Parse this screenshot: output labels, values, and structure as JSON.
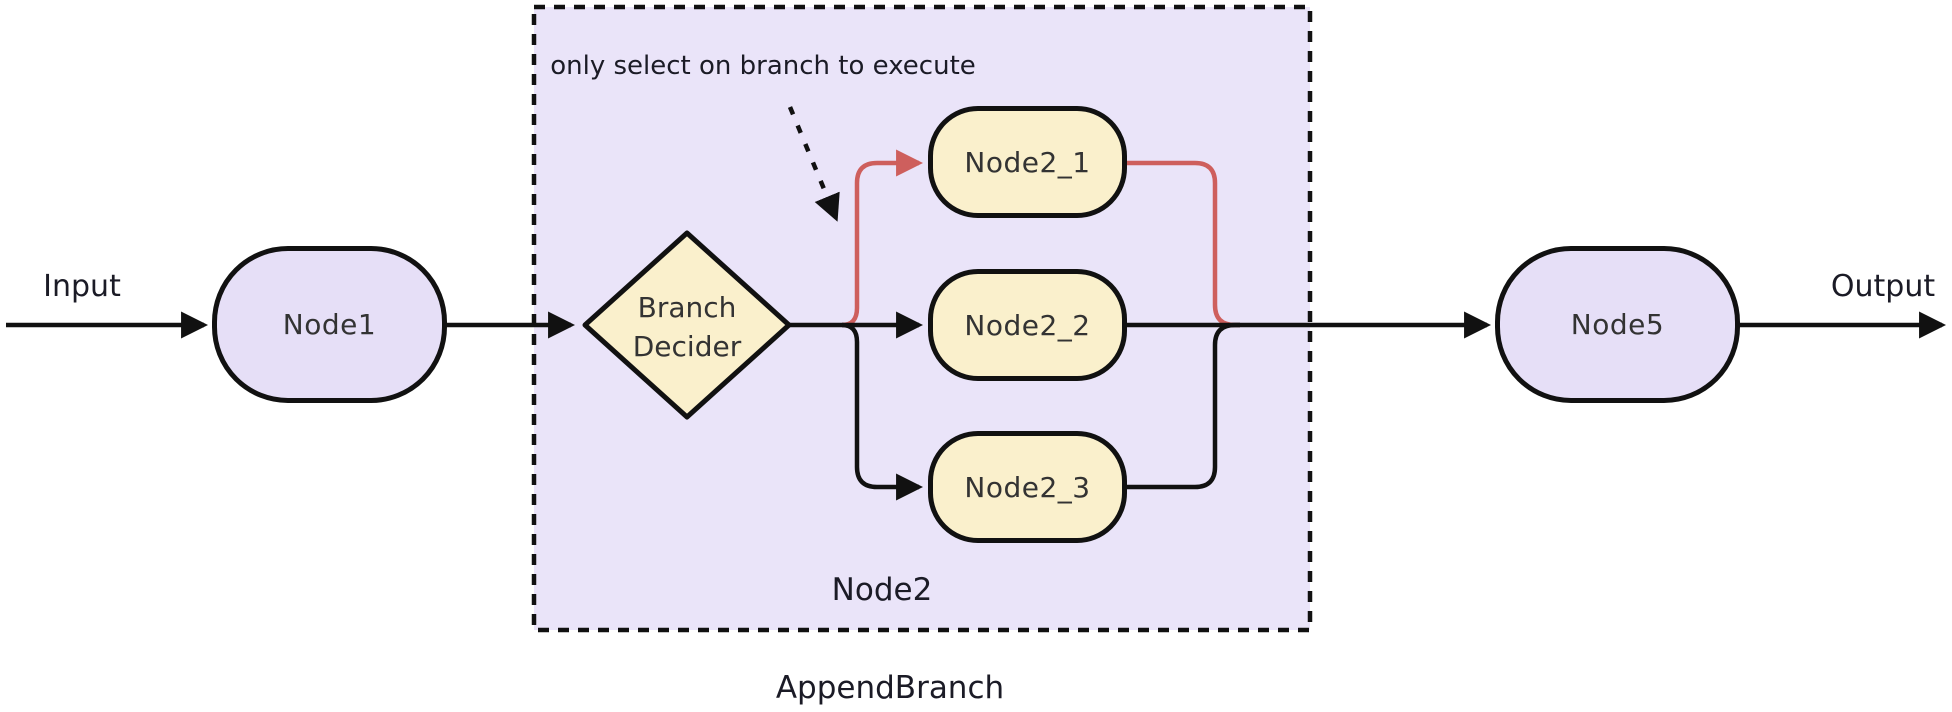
{
  "diagram": {
    "labels": {
      "input": "Input",
      "output": "Output"
    },
    "annotation": "only select on branch to execute",
    "nodes": {
      "node1": "Node1",
      "branch_decider": "Branch Decider",
      "node2_1": "Node2_1",
      "node2_2": "Node2_2",
      "node2_3": "Node2_3",
      "node5": "Node5"
    },
    "subgraph": {
      "label": "Node2",
      "caption": "AppendBranch"
    },
    "colors": {
      "node_fill_purple": "#e6dff7",
      "container_fill": "#eae4f9",
      "node_fill_cream": "#faf0cc",
      "edge_black": "#111111",
      "edge_red": "#ce5f5d",
      "text_dark": "#1b1b26",
      "node_text": "#333333"
    }
  }
}
